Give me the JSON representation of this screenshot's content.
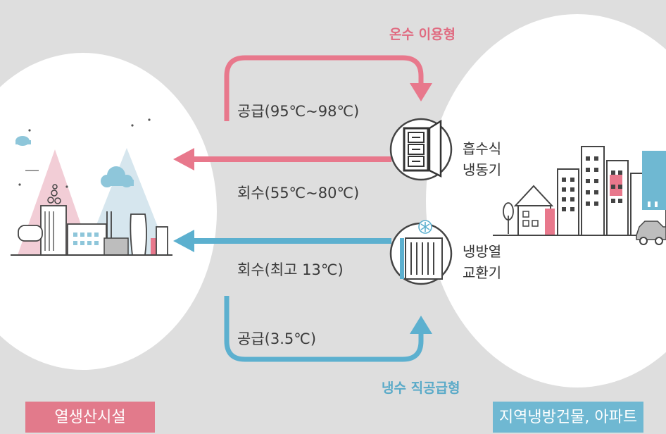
{
  "hot_water_type_title": "온수 이용형",
  "cold_water_type_title": "냉수 직공급형",
  "flows": {
    "hot_supply": "공급(95℃~98℃)",
    "hot_return": "회수(55℃~80℃)",
    "cold_return": "회수(최고 13℃)",
    "cold_supply": "공급(3.5℃)"
  },
  "devices": {
    "absorption_chiller": [
      "흡수식",
      "냉동기"
    ],
    "cooling_heat_exchanger": [
      "냉방열",
      "교환기"
    ]
  },
  "badges": {
    "heat_plant": "열생산시설",
    "buildings": "지역냉방건물, 아파트"
  },
  "colors": {
    "hot": "#e8788c",
    "cold": "#5cb0cf",
    "heat_plant_badge": "#e27a8b",
    "buildings_badge": "#6fb8d2",
    "background": "#dedede",
    "circle": "#ffffff"
  },
  "icons": [
    "factory-icon",
    "cloud-icon",
    "absorption-chiller-icon",
    "heat-exchanger-icon",
    "snowflake-icon",
    "city-buildings-icon",
    "tree-icon",
    "house-icon",
    "car-icon"
  ]
}
